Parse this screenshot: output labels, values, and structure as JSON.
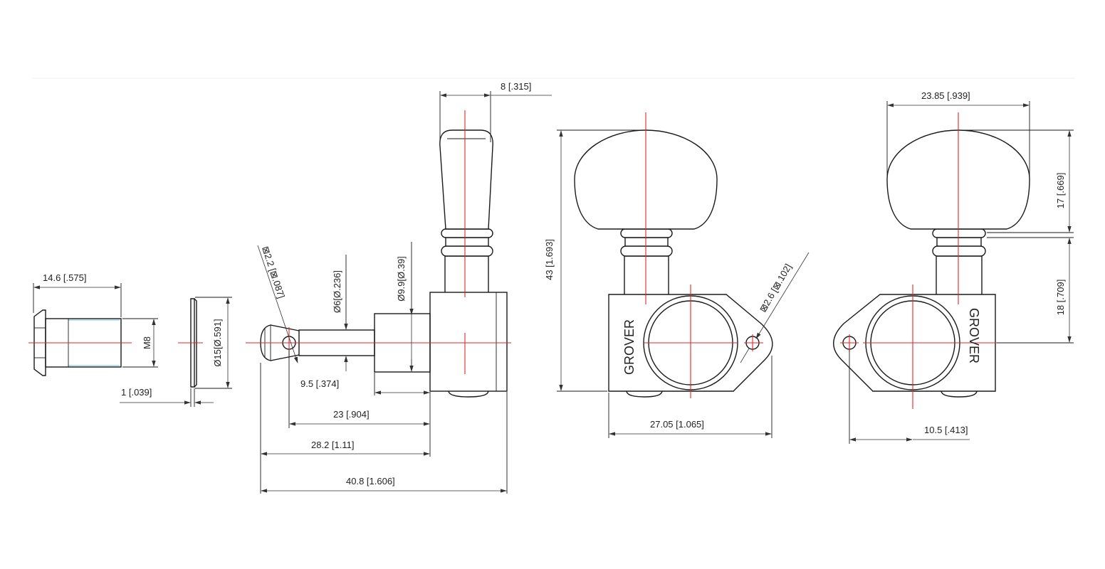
{
  "dimensions": {
    "bushing_length": "14.6 [.575]",
    "bushing_thread": "M8",
    "washer_thickness": "1 [.039]",
    "washer_diameter": "Ø15[Ø.591]",
    "string_hole": "⊠2.2 [⊠.087]",
    "post_diameter": "Ø6[Ø.236]",
    "post_base_diameter": "Ø9.9[Ø.39]",
    "button_thickness": "8 [.315]",
    "post_base_length": "9.5 [.374]",
    "hole_to_housing": "23 [.904]",
    "post_to_housing": "28.2 [1.11]",
    "overall_length": "40.8 [1.606]",
    "overall_height": "43 [1.693]",
    "mount_hole": "⊠2.6 [⊠.102]",
    "housing_width": "27.05 [1.065]",
    "button_width": "23.85 [.939]",
    "button_height": "17 [.669]",
    "shaft_height": "18 [.709]",
    "mount_hole_offset": "10.5 [.413]"
  },
  "brand": "GROVER",
  "colors": {
    "outline": "#1a1a1a",
    "centerline": "#e0262a",
    "thread": "#35b8d4",
    "dimension": "#333333"
  }
}
